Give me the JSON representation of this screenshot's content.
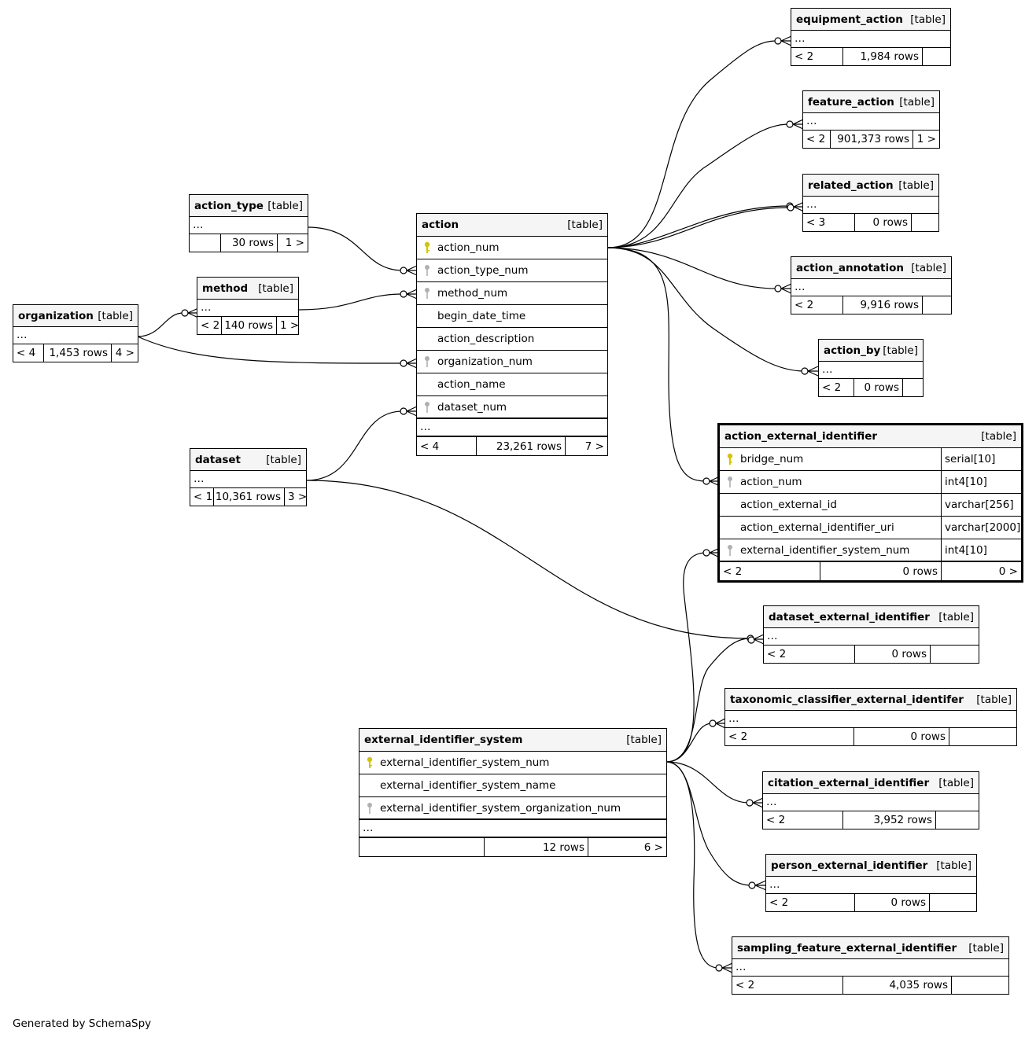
{
  "credit": "Generated by SchemaSpy",
  "colors": {
    "pk_key": "#d4c500",
    "fk_key": "#b0b0b0",
    "line": "#000000",
    "header_bg": "#f5f5f5"
  },
  "tables": [
    {
      "id": "equipment_action",
      "name": "equipment_action",
      "kind": "[table]",
      "footer": [
        "< 2",
        "1,984 rows",
        ""
      ]
    },
    {
      "id": "feature_action",
      "name": "feature_action",
      "kind": "[table]",
      "footer": [
        "< 2",
        "901,373 rows",
        "1 >"
      ]
    },
    {
      "id": "related_action",
      "name": "related_action",
      "kind": "[table]",
      "footer": [
        "< 3",
        "0 rows",
        ""
      ]
    },
    {
      "id": "action_annotation",
      "name": "action_annotation",
      "kind": "[table]",
      "footer": [
        "< 2",
        "9,916 rows",
        ""
      ]
    },
    {
      "id": "action_by",
      "name": "action_by",
      "kind": "[table]",
      "footer": [
        "< 2",
        "0 rows",
        ""
      ]
    },
    {
      "id": "action_type",
      "name": "action_type",
      "kind": "[table]",
      "footer": [
        "",
        "30 rows",
        "1 >"
      ]
    },
    {
      "id": "method",
      "name": "method",
      "kind": "[table]",
      "footer": [
        "< 2",
        "140 rows",
        "1 >"
      ]
    },
    {
      "id": "organization",
      "name": "organization",
      "kind": "[table]",
      "footer": [
        "< 4",
        "1,453 rows",
        "4 >"
      ]
    },
    {
      "id": "dataset",
      "name": "dataset",
      "kind": "[table]",
      "footer": [
        "< 1",
        "10,361 rows",
        "3 >"
      ]
    },
    {
      "id": "action",
      "name": "action",
      "kind": "[table]",
      "footer": [
        "< 4",
        "23,261 rows",
        "7 >"
      ],
      "columns": [
        {
          "name": "action_num",
          "key": "pk"
        },
        {
          "name": "action_type_num",
          "key": "fk"
        },
        {
          "name": "method_num",
          "key": "fk"
        },
        {
          "name": "begin_date_time",
          "key": ""
        },
        {
          "name": "action_description",
          "key": ""
        },
        {
          "name": "organization_num",
          "key": "fk"
        },
        {
          "name": "action_name",
          "key": ""
        },
        {
          "name": "dataset_num",
          "key": "fk"
        }
      ]
    },
    {
      "id": "action_external_identifier",
      "name": "action_external_identifier",
      "kind": "[table]",
      "footer": [
        "< 2",
        "0 rows",
        "0 >"
      ],
      "columns": [
        {
          "name": "bridge_num",
          "key": "pk",
          "type": "serial[10]"
        },
        {
          "name": "action_num",
          "key": "fk",
          "type": "int4[10]"
        },
        {
          "name": "action_external_id",
          "key": "",
          "type": "varchar[256]"
        },
        {
          "name": "action_external_identifier_uri",
          "key": "",
          "type": "varchar[2000]"
        },
        {
          "name": "external_identifier_system_num",
          "key": "fk",
          "type": "int4[10]"
        }
      ]
    },
    {
      "id": "dataset_external_identifier",
      "name": "dataset_external_identifier",
      "kind": "[table]",
      "footer": [
        "< 2",
        "0 rows",
        ""
      ]
    },
    {
      "id": "taxonomic_classifier_external_identifer",
      "name": "taxonomic_classifier_external_identifer",
      "kind": "[table]",
      "footer": [
        "< 2",
        "0 rows",
        ""
      ]
    },
    {
      "id": "external_identifier_system",
      "name": "external_identifier_system",
      "kind": "[table]",
      "footer": [
        "",
        "12 rows",
        "6 >"
      ],
      "columns": [
        {
          "name": "external_identifier_system_num",
          "key": "pk"
        },
        {
          "name": "external_identifier_system_name",
          "key": ""
        },
        {
          "name": "external_identifier_system_organization_num",
          "key": "fk"
        }
      ]
    },
    {
      "id": "citation_external_identifier",
      "name": "citation_external_identifier",
      "kind": "[table]",
      "footer": [
        "< 2",
        "3,952 rows",
        ""
      ]
    },
    {
      "id": "person_external_identifier",
      "name": "person_external_identifier",
      "kind": "[table]",
      "footer": [
        "< 2",
        "0 rows",
        ""
      ]
    },
    {
      "id": "sampling_feature_external_identifier",
      "name": "sampling_feature_external_identifier",
      "kind": "[table]",
      "footer": [
        "< 2",
        "4,035 rows",
        ""
      ]
    }
  ],
  "relationships": [
    {
      "from": "action_type",
      "to": "action",
      "to_column": "action_type_num"
    },
    {
      "from": "method",
      "to": "action",
      "to_column": "method_num"
    },
    {
      "from": "organization",
      "to": "method",
      "to_column": ""
    },
    {
      "from": "organization",
      "to": "action",
      "to_column": "organization_num"
    },
    {
      "from": "dataset",
      "to": "action",
      "to_column": "dataset_num"
    },
    {
      "from": "dataset",
      "to": "dataset_external_identifier",
      "to_column": ""
    },
    {
      "from": "action",
      "to": "equipment_action",
      "to_column": ""
    },
    {
      "from": "action",
      "to": "feature_action",
      "to_column": ""
    },
    {
      "from": "action",
      "to": "related_action",
      "to_column": ""
    },
    {
      "from": "action",
      "to": "related_action",
      "to_column": ""
    },
    {
      "from": "action",
      "to": "action_annotation",
      "to_column": ""
    },
    {
      "from": "action",
      "to": "action_by",
      "to_column": ""
    },
    {
      "from": "action",
      "to": "action_external_identifier",
      "to_column": "action_num"
    },
    {
      "from": "external_identifier_system",
      "to": "action_external_identifier",
      "to_column": "external_identifier_system_num"
    },
    {
      "from": "external_identifier_system",
      "to": "dataset_external_identifier",
      "to_column": ""
    },
    {
      "from": "external_identifier_system",
      "to": "taxonomic_classifier_external_identifer",
      "to_column": ""
    },
    {
      "from": "external_identifier_system",
      "to": "citation_external_identifier",
      "to_column": ""
    },
    {
      "from": "external_identifier_system",
      "to": "person_external_identifier",
      "to_column": ""
    },
    {
      "from": "external_identifier_system",
      "to": "sampling_feature_external_identifier",
      "to_column": ""
    }
  ]
}
